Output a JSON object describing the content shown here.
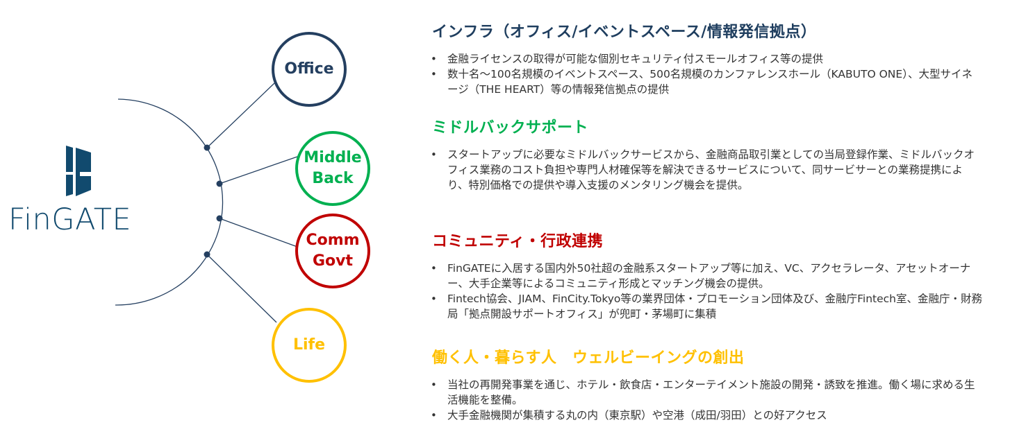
{
  "brand": {
    "name": "FinGATE",
    "color": "#114a6e"
  },
  "diagram": {
    "line_color": "#243f60",
    "nodes": [
      {
        "id": "office",
        "label": "Office",
        "color": "#243f60"
      },
      {
        "id": "middle-back",
        "label": "Middle\nBack",
        "color": "#00b050"
      },
      {
        "id": "comm-govt",
        "label": "Comm\nGovt",
        "color": "#c00000"
      },
      {
        "id": "life",
        "label": "Life",
        "color": "#ffc000"
      }
    ]
  },
  "sections": [
    {
      "id": "infra",
      "title": "インフラ（オフィス/イベントスペース/情報発信拠点）",
      "color": "#1f3e5f",
      "items": [
        "金融ライセンスの取得が可能な個別セキュリティ付スモールオフィス等の提供",
        "数十名～100名規模のイベントスペース、500名規模のカンファレンスホール（KABUTO ONE）、大型サイネージ（THE HEART）等の情報発信拠点の提供"
      ]
    },
    {
      "id": "middle-back",
      "title": "ミドルバックサポート",
      "color": "#00b050",
      "items": [
        "スタートアップに必要なミドルバックサービスから、金融商品取引業としての当局登録作業、ミドルバックオフィス業務のコスト負担や専門人材確保等を解決できるサービスについて、同サービサーとの業務提携により、特別価格での提供や導入支援のメンタリング機会を提供。"
      ]
    },
    {
      "id": "community",
      "title": "コミュニティ・行政連携",
      "color": "#c00000",
      "items": [
        "FinGATEに入居する国内外50社超の金融系スタートアップ等に加え、VC、アクセラレータ、アセットオーナー、大手企業等によるコミュニティ形成とマッチング機会の提供。",
        "Fintech協会、JIAM、FinCity.Tokyo等の業界団体・プロモーション団体及び、金融庁Fintech室、金融庁・財務局「拠点開設サポートオフィス」が兜町・茅場町に集積"
      ]
    },
    {
      "id": "wellbeing",
      "title": "働く人・暮らす人　ウェルビーイングの創出",
      "color": "#ffc000",
      "items": [
        "当社の再開発事業を通じ、ホテル・飲食店・エンターテイメント施設の開発・誘致を推進。働く場に求める生活機能を整備。",
        "大手金融機関が集積する丸の内（東京駅）や空港（成田/羽田）との好アクセス"
      ]
    }
  ]
}
